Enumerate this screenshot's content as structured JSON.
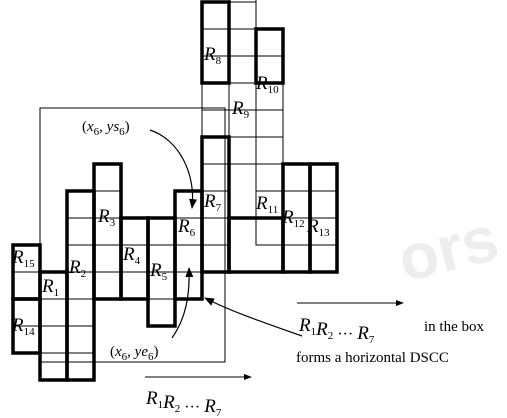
{
  "diagram": {
    "watermark": "ors",
    "region_labels": [
      {
        "id": "R8",
        "base": "R",
        "sub": "8"
      },
      {
        "id": "R10",
        "base": "R",
        "sub": "10"
      },
      {
        "id": "R9",
        "base": "R",
        "sub": "9"
      },
      {
        "id": "R7",
        "base": "R",
        "sub": "7"
      },
      {
        "id": "R3",
        "base": "R",
        "sub": "3"
      },
      {
        "id": "R11",
        "base": "R",
        "sub": "11"
      },
      {
        "id": "R12",
        "base": "R",
        "sub": "12"
      },
      {
        "id": "R13",
        "base": "R",
        "sub": "13"
      },
      {
        "id": "R6",
        "base": "R",
        "sub": "6"
      },
      {
        "id": "R15",
        "base": "R",
        "sub": "15"
      },
      {
        "id": "R4",
        "base": "R",
        "sub": "4"
      },
      {
        "id": "R2",
        "base": "R",
        "sub": "2"
      },
      {
        "id": "R5",
        "base": "R",
        "sub": "5"
      },
      {
        "id": "R1",
        "base": "R",
        "sub": "1"
      },
      {
        "id": "R14",
        "base": "R",
        "sub": "14"
      }
    ],
    "annotations": {
      "start_point": {
        "open": "(",
        "x": "x",
        "x_sub": "6",
        "sep": ", ",
        "y": "ys",
        "y_sub": "6",
        "close": ")"
      },
      "end_point": {
        "open": "(",
        "x": "x",
        "x_sub": "6",
        "sep": ", ",
        "y": "ye",
        "y_sub": "6",
        "close": ")"
      },
      "box_note": {
        "seq": [
          {
            "base": "R",
            "sub": "1"
          },
          {
            "base": "R",
            "sub": "2"
          },
          {
            "text": " ··· "
          },
          {
            "base": "R",
            "sub": "7"
          }
        ],
        "line1_suffix": "in the box",
        "line2": "forms a horizontal DSCC"
      },
      "caption": {
        "seq": [
          {
            "base": "R",
            "sub": "1"
          },
          {
            "base": "R",
            "sub": "2"
          },
          {
            "text": " ··· "
          },
          {
            "base": "R",
            "sub": "7"
          }
        ]
      }
    }
  }
}
